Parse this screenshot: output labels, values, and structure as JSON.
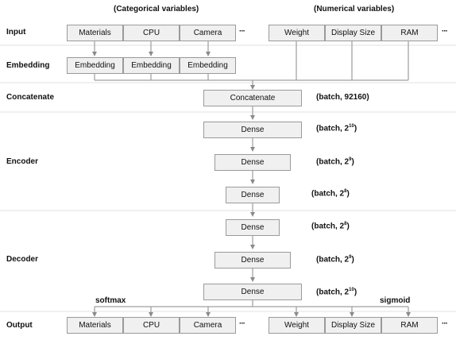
{
  "headers": {
    "categorical": "(Categorical variables)",
    "numerical": "(Numerical variables)"
  },
  "rows": {
    "input": "Input",
    "embedding": "Embedding",
    "concatenate": "Concatenate",
    "encoder": "Encoder",
    "decoder": "Decoder",
    "output": "Output"
  },
  "input_boxes": {
    "categorical": [
      "Materials",
      "CPU",
      "Camera"
    ],
    "numerical": [
      "Weight",
      "Display Size",
      "RAM"
    ],
    "ellipsis": "···"
  },
  "embedding_boxes": [
    "Embedding",
    "Embedding",
    "Embedding"
  ],
  "concat": {
    "label": "Concatenate",
    "shape": "(batch, 92160)"
  },
  "encoder_layers": [
    {
      "label": "Dense",
      "shape": "(batch, 2",
      "exp": "10",
      "close": ")"
    },
    {
      "label": "Dense",
      "shape": "(batch, 2",
      "exp": "9",
      "close": ")"
    },
    {
      "label": "Dense",
      "shape": "(batch, 2",
      "exp": "8",
      "close": ")"
    }
  ],
  "decoder_layers": [
    {
      "label": "Dense",
      "shape": "(batch, 2",
      "exp": "8",
      "close": ")"
    },
    {
      "label": "Dense",
      "shape": "(batch, 2",
      "exp": "9",
      "close": ")"
    },
    {
      "label": "Dense",
      "shape": "(batch, 2",
      "exp": "10",
      "close": ")"
    }
  ],
  "activations": {
    "categorical": "softmax",
    "numerical": "sigmoid"
  },
  "output_boxes": {
    "categorical": [
      "Materials",
      "CPU",
      "Camera"
    ],
    "numerical": [
      "Weight",
      "Display Size",
      "RAM"
    ],
    "ellipsis": "···"
  }
}
